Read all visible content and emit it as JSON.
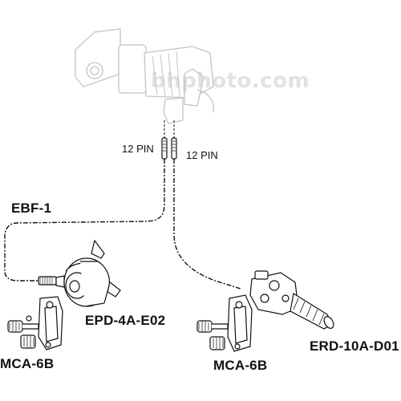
{
  "diagram": {
    "pin_labels": [
      "12 PIN",
      "12 PIN"
    ],
    "watermark": "bhphoto.com",
    "components": {
      "cable": "EBF-1",
      "focus_demand": "EPD-4A-E02",
      "zoom_demand": "ERD-10A-D01",
      "clamp_left": "MCA-6B",
      "clamp_right": "MCA-6B"
    },
    "colors": {
      "line": "#111111",
      "camera_ghost": "#c8c8c8",
      "body_fill": "#ffffff"
    },
    "icons": [
      "camera-lens-icon",
      "focus-demand-icon",
      "zoom-demand-icon",
      "clamp-icon",
      "connector-icon"
    ]
  }
}
